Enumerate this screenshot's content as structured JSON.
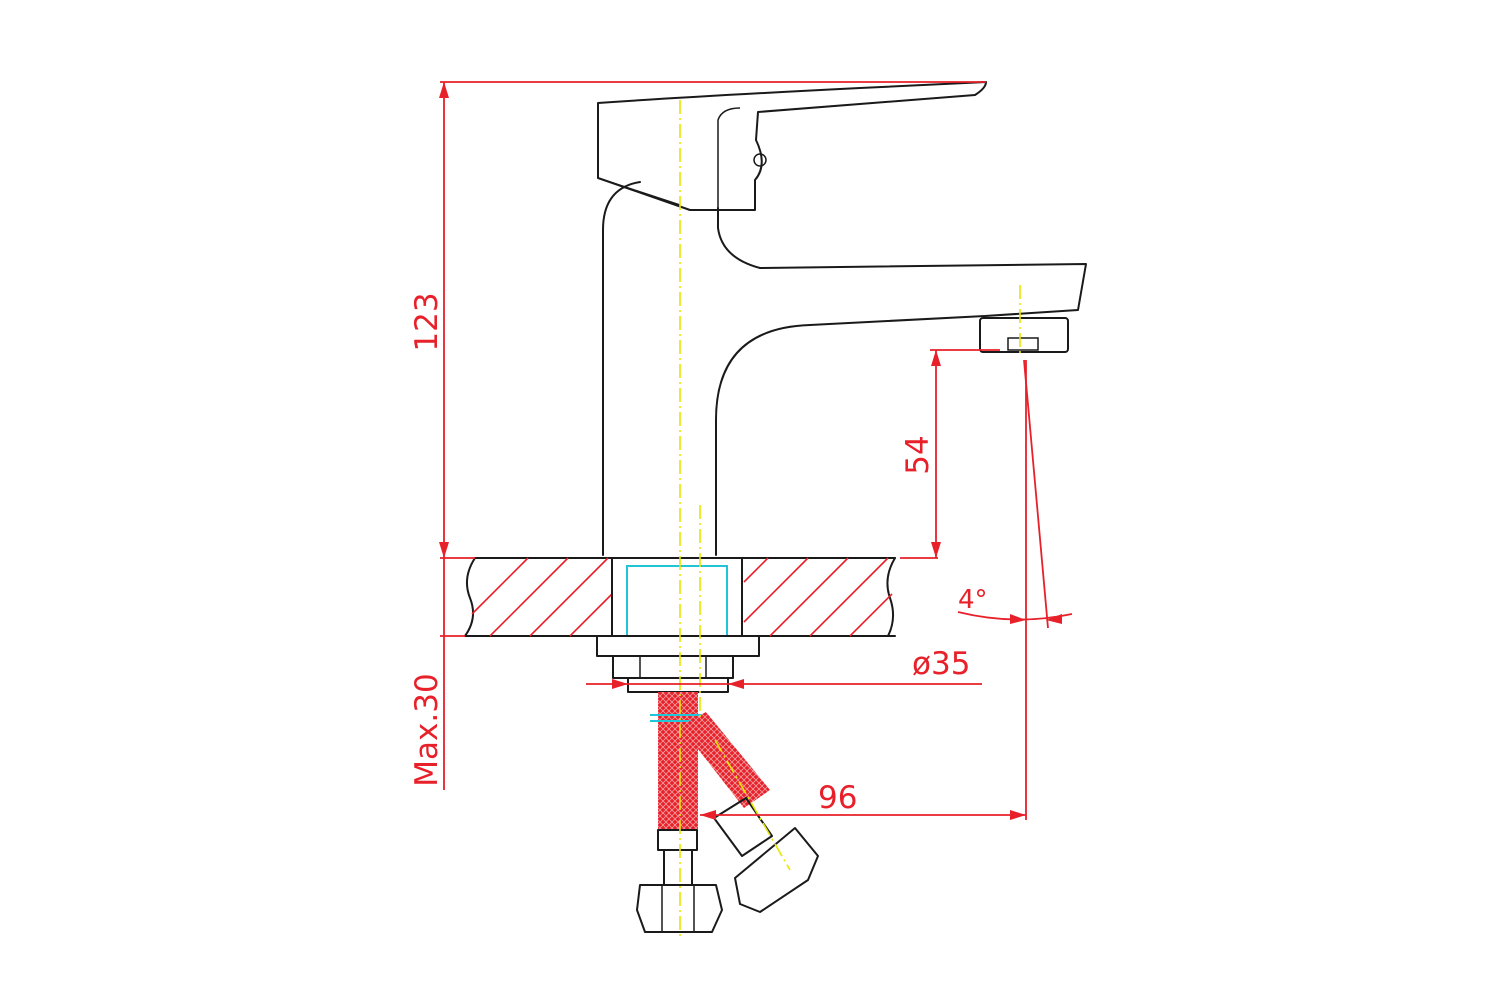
{
  "diagram": {
    "dimensions": {
      "overall_height": "123",
      "spout_height": "54",
      "max_deck_thickness": "Max.30",
      "mount_hole_diameter": "ø35",
      "spout_reach": "96",
      "outlet_angle": "4°"
    },
    "colors": {
      "outline": "#1a1a1a",
      "dimension": "#e8202a",
      "center_axis": "#e6e600",
      "hose_braid": "#e8202a",
      "sleeve": "#22c4d8"
    }
  }
}
